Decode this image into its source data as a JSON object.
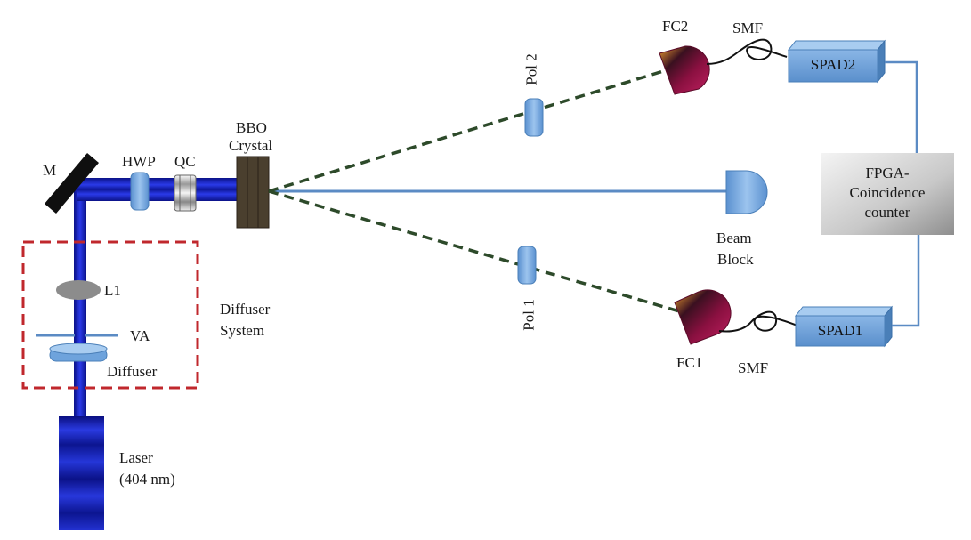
{
  "labels": {
    "mirror": "M",
    "hwp": "HWP",
    "qc": "QC",
    "bbo_line1": "BBO",
    "bbo_line2": "Crystal",
    "pol2": "Pol 2",
    "pol1": "Pol 1",
    "fc2": "FC2",
    "fc1": "FC1",
    "smf_top": "SMF",
    "smf_bottom": "SMF",
    "spad2": "SPAD2",
    "spad1": "SPAD1",
    "fpga_line1": "FPGA-",
    "fpga_line2": "Coincidence",
    "fpga_line3": "counter",
    "beam_block_line1": "Beam",
    "beam_block_line2": "Block",
    "lens": "L1",
    "aperture": "VA",
    "diffuser": "Diffuser",
    "diffuser_system_line1": "Diffuser",
    "diffuser_system_line2": "System",
    "laser_line1": "Laser",
    "laser_line2": "(404 nm)"
  },
  "colors": {
    "pump_beam": "#1f2fd0",
    "pump_beam_dark": "#0a0f80",
    "photon_path": "#2d4a2a",
    "fiber_link": "#5b8bc4",
    "component_blue": "#6ea3dc",
    "component_edge": "#4a7fb8",
    "diffuser_box": "#c0282d",
    "bbo_crystal": "#4a3f2e",
    "mirror": "#111111",
    "fiber_coupler": "#8a1040"
  }
}
